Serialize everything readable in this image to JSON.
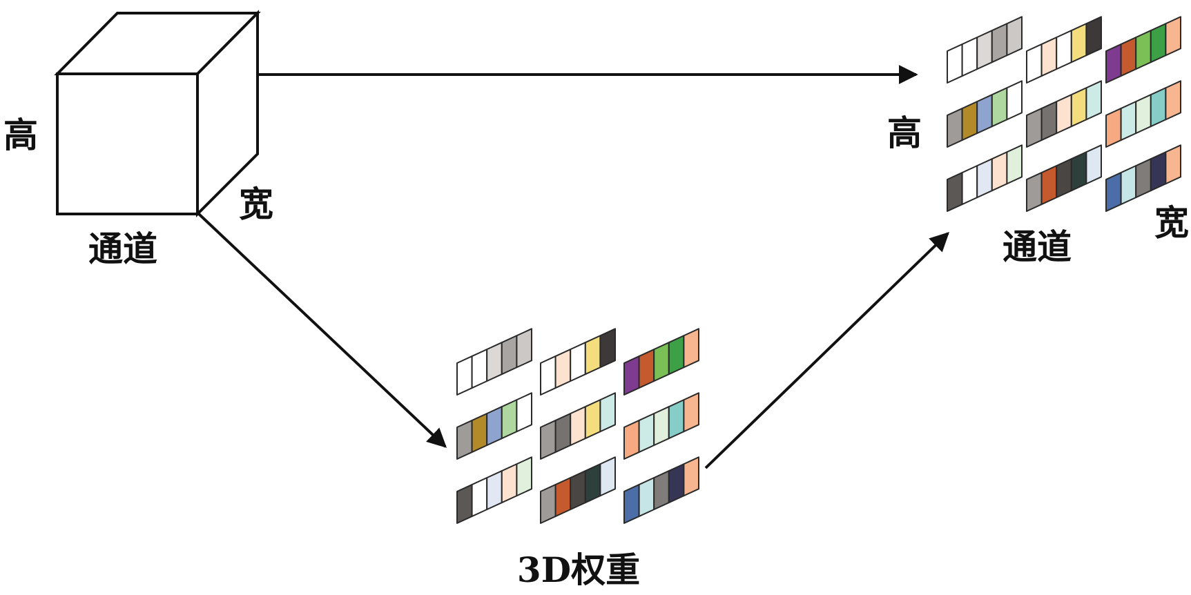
{
  "input_cube": {
    "height_label": "高",
    "width_label": "宽",
    "channel_label": "通道"
  },
  "weights_block": {
    "label": "3D权重"
  },
  "output_block": {
    "height_label": "高",
    "width_label": "宽",
    "channel_label": "通道"
  },
  "strips": [
    [
      "#ffffff",
      "#ffffff",
      "#dcd8d6",
      "#a8a5a3",
      "#ccc8c6"
    ],
    [
      "#ffffff",
      "#fde3cf",
      "#ffffff",
      "#f3dd7c",
      "#3c3938"
    ],
    [
      "#7e3b8f",
      "#c45a2d",
      "#7bbf57",
      "#3ea046",
      "#f7b590"
    ],
    [
      "#9e9b99",
      "#b38a2a",
      "#8ea4cf",
      "#aed8a0",
      "#ffffff"
    ],
    [
      "#9e9b99",
      "#757270",
      "#fde3cf",
      "#f3dd7c",
      "#cdebe6"
    ],
    [
      "#f7a981",
      "#cdebe6",
      "#e0f0dc",
      "#86cdc8",
      "#f7b590"
    ],
    [
      "#5c5856",
      "#ffffff",
      "#e2e7f4",
      "#fde3cf",
      "#e0f0dc"
    ],
    [
      "#9e9b99",
      "#c45a2d",
      "#4a4644",
      "#2e403c",
      "#dde8f3"
    ],
    [
      "#4b6ea8",
      "#c6e5e7",
      "#7f7c7a",
      "#373556",
      "#f7b590"
    ]
  ]
}
